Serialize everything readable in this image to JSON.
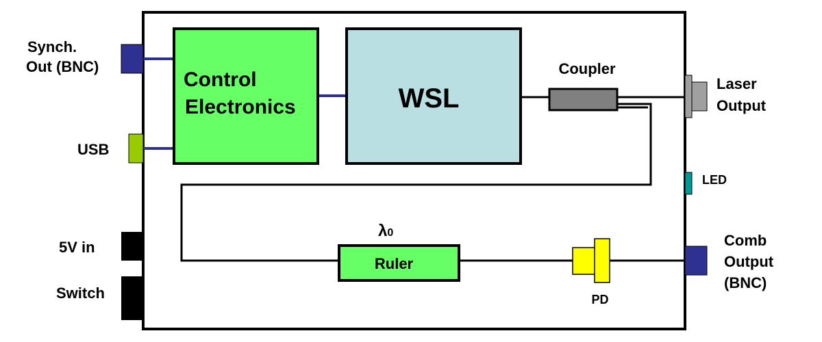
{
  "blocks": {
    "control_electronics": {
      "line1": "Control",
      "line2": "Electronics"
    },
    "wsl": "WSL",
    "coupler": "Coupler",
    "ruler": "Ruler",
    "lambda": "λ",
    "lambda_sub": "0",
    "pd": "PD"
  },
  "ports": {
    "synch_out": {
      "line1": "Synch.",
      "line2": "Out (BNC)"
    },
    "usb": "USB",
    "five_v_in": "5V in",
    "switch": "Switch",
    "laser_output": {
      "line1": "Laser",
      "line2": "Output"
    },
    "led": "LED",
    "comb_output": {
      "line1": "Comb",
      "line2": "Output",
      "line3": "(BNC)"
    }
  },
  "colors": {
    "electronics_green": "#66ff66",
    "wsl_blue": "#b9dfe3",
    "bnc_navy": "#2e3192",
    "usb_green": "#99cc00",
    "coupler_gray": "#808080",
    "laser_gray": "#a0a0a0",
    "led_teal": "#009999",
    "pd_yellow": "#ffff00",
    "jack_black": "#000000"
  }
}
